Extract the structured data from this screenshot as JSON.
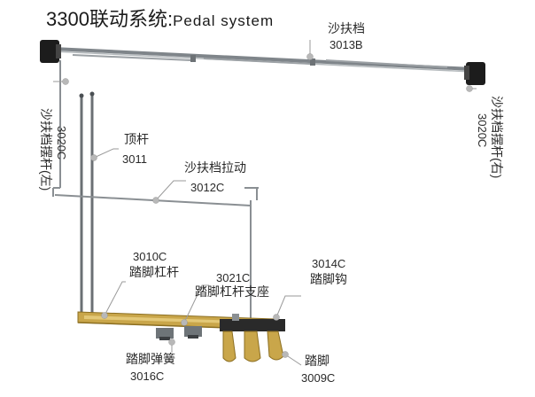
{
  "title": {
    "main": "3300联动系统:",
    "sub": "Pedal system"
  },
  "labels": {
    "shafudang": "沙扶档",
    "code_3013b": "3013B",
    "left_arm": "沙扶档摆杆(左)",
    "code_3020c_left": "3020C",
    "right_arm": "沙扶档摆杆(右)",
    "code_3020c_right": "3020C",
    "top_rod": "顶杆",
    "code_3011": "3011",
    "pull": "沙扶档拉动",
    "code_3012c": "3012C",
    "code_3010c": "3010C",
    "lever": "踏脚杠杆",
    "code_3021c": "3021C",
    "lever_seat": "踏脚杠杆支座",
    "code_3014c": "3014C",
    "hook": "踏脚钩",
    "spring": "踏脚弹簧",
    "code_3016c": "3016C",
    "pedal": "踏脚",
    "code_3009c": "3009C"
  },
  "colors": {
    "rod": "#8a8f93",
    "rod_dark": "#5a5f63",
    "bracket": "#1c1c1c",
    "brass": "#c9a64a",
    "brass_dark": "#8c6f22",
    "leader": "#9a9a9a",
    "dot": "#b8b8b8"
  }
}
